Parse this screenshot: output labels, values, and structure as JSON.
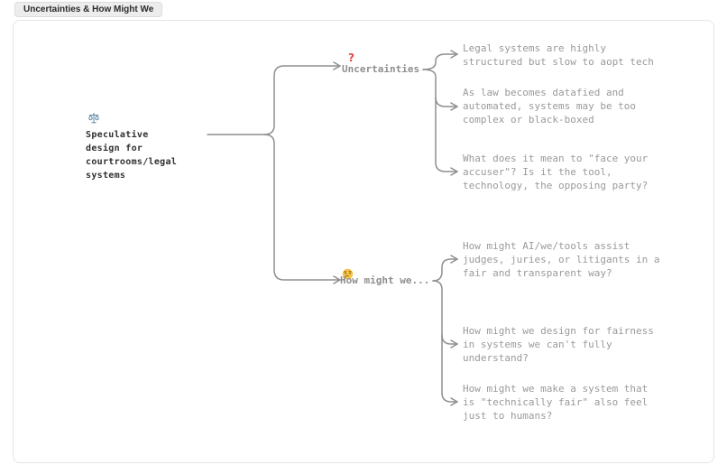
{
  "window": {
    "tab_label": "Uncertainties & How Might We"
  },
  "colors": {
    "connector": "#8f8f8f",
    "leaf_text": "#9a9a9a",
    "branch_text": "#8f8f8f",
    "root_text": "#2f2f2f",
    "question_red": "#e24a4a",
    "emoji_yellow": "#f6c445",
    "scale_blue": "#6b93a8",
    "tab_bg": "#ededed",
    "card_border": "#e5e5e5"
  },
  "mindmap": {
    "root": {
      "icon": "balance-scale",
      "label": "Speculative design for\ncourtrooms/legal systems"
    },
    "branches": [
      {
        "label": "Uncertainties",
        "icon": "red-question-mark",
        "icon_char": "?",
        "leaves": [
          {
            "text": "Legal systems are highly\nstructured but slow to aopt tech"
          },
          {
            "text": "As law becomes datafied and\nautomated, systems may be too\ncomplex or black-boxed"
          },
          {
            "text": "What does it mean to \"face your\naccuser\"? Is it the tool,\ntechnology, the opposing party?"
          }
        ]
      },
      {
        "label": "How might we...",
        "icon": "thinking-face",
        "leaves": [
          {
            "text": "How might AI/we/tools assist\njudges, juries, or litigants in a\nfair and transparent way?"
          },
          {
            "text": "How might we design for fairness\nin systems we can't fully\nunderstand?"
          },
          {
            "text": "How might we make a system that\nis \"technically fair\" also feel\njust to humans?"
          }
        ]
      }
    ]
  }
}
